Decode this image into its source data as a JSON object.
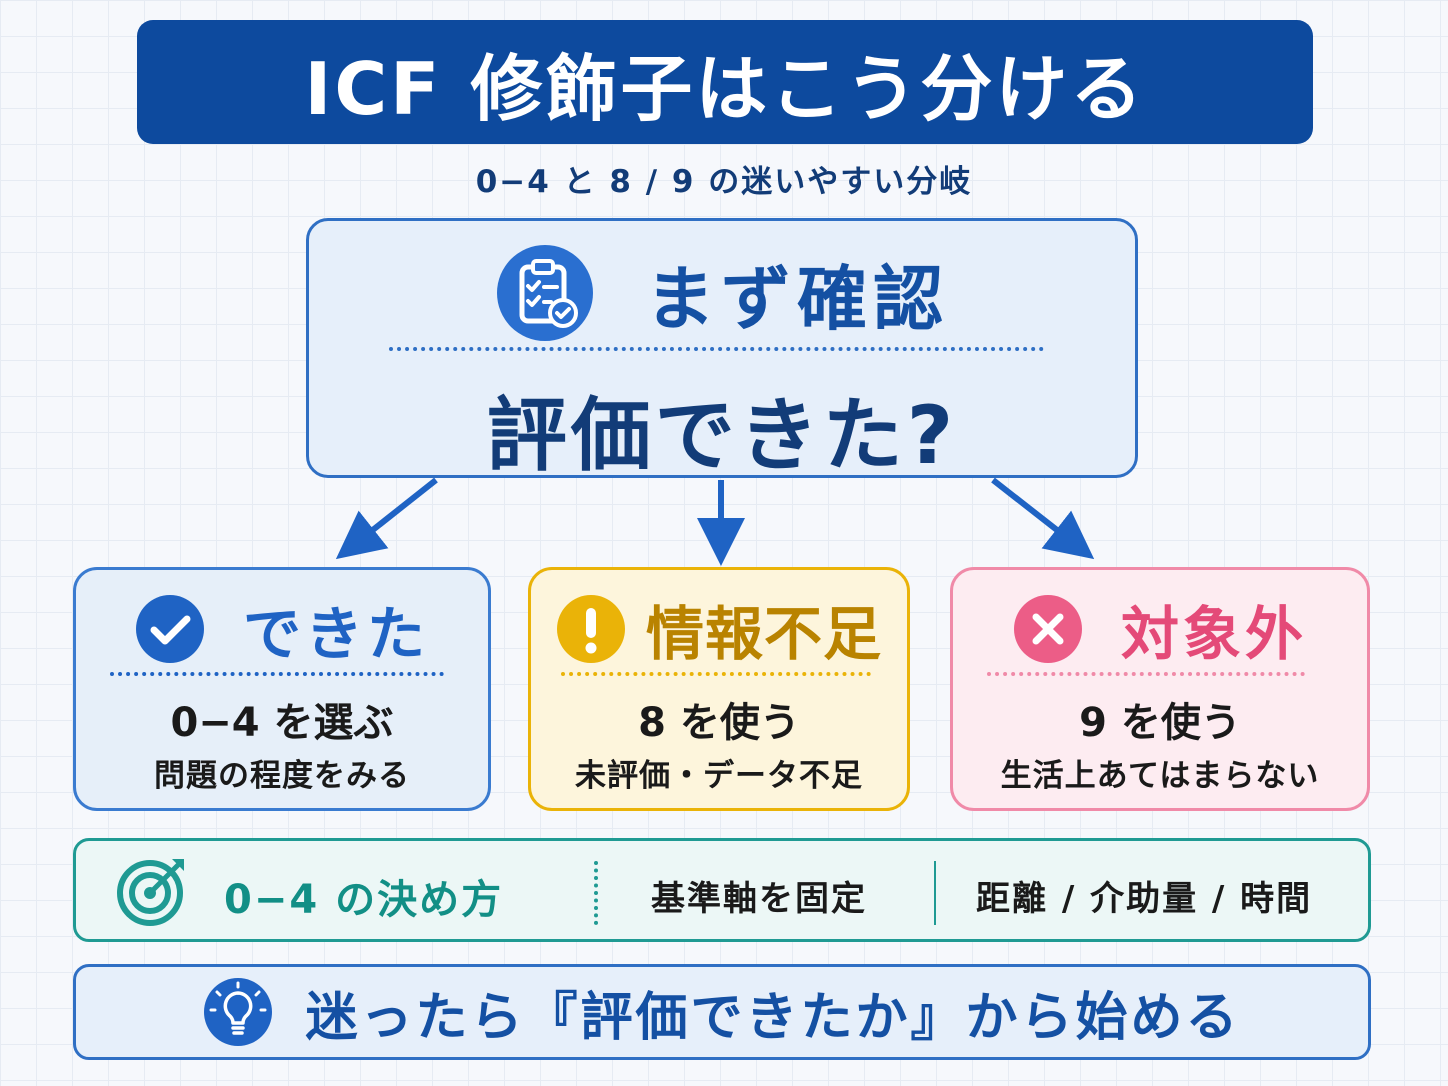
{
  "title": "ICF 修飾子はこう分ける",
  "subtitle": "0−4 と 8 / 9 の迷いやすい分岐",
  "confirm": {
    "heading": "まず確認",
    "question": "評価できた?",
    "icon": "clipboard-check-icon"
  },
  "branches": [
    {
      "title": "できた",
      "main": "0−4 を選ぶ",
      "sub": "問題の程度をみる",
      "icon": "check-circle-icon",
      "color": "#1f63c4"
    },
    {
      "title": "情報不足",
      "main": "8 を使う",
      "sub": "未評価・データ不足",
      "icon": "exclamation-circle-icon",
      "color": "#b98300"
    },
    {
      "title": "対象外",
      "main": "9 を使う",
      "sub": "生活上あてはまらない",
      "icon": "x-circle-icon",
      "color": "#e44a78"
    }
  ],
  "method": {
    "title": "0−4 の決め方",
    "axis": "基準軸を固定",
    "items": "距離 / 介助量 / 時間",
    "icon": "target-icon",
    "color": "#1f9a93"
  },
  "tip": {
    "text": "迷ったら『評価できたか』から始める",
    "icon": "lightbulb-icon"
  },
  "colors": {
    "primary": "#0d4a9e",
    "accent_blue": "#2f6fc4",
    "accent_yellow": "#eab308",
    "accent_pink": "#f08aa8",
    "accent_teal": "#1f9a93"
  }
}
